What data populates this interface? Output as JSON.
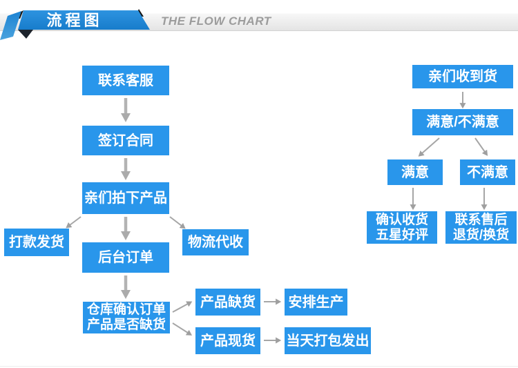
{
  "header": {
    "title_cn": "流程图",
    "title_en": "THE FLOW CHART"
  },
  "colors": {
    "banner_blue": "#1b82d2",
    "node_blue": "#2996eb",
    "arrow_gray": "#a6a6a6",
    "subtitle_gray": "#9c9c9c",
    "fold_dark": "#1d232c"
  },
  "nodes": {
    "contact": "联系客服",
    "sign": "签订合同",
    "order": "亲们拍下产品",
    "payment": "打款发货",
    "backend": "后台订单",
    "logistics": "物流代收",
    "warehouse_line1": "仓库确认订单",
    "warehouse_line2": "产品是否缺货",
    "oos": "产品缺货",
    "produce": "安排生产",
    "instock": "产品现货",
    "ship": "当天打包发出",
    "received": "亲们收到货",
    "satisfaction": "满意/不满意",
    "satisfied": "满意",
    "unsatisfied": "不满意",
    "confirm_line1": "确认收货",
    "confirm_line2": "五星好评",
    "aftersale_line1": "联系售后",
    "aftersale_line2": "退货/换货"
  },
  "edges": [
    {
      "from": "联系客服",
      "to": "签订合同"
    },
    {
      "from": "签订合同",
      "to": "亲们拍下产品"
    },
    {
      "from": "亲们拍下产品",
      "to": "打款发货"
    },
    {
      "from": "亲们拍下产品",
      "to": "后台订单"
    },
    {
      "from": "亲们拍下产品",
      "to": "物流代收"
    },
    {
      "from": "后台订单",
      "to": "仓库确认订单 产品是否缺货"
    },
    {
      "from": "仓库确认订单 产品是否缺货",
      "to": "产品缺货"
    },
    {
      "from": "仓库确认订单 产品是否缺货",
      "to": "产品现货"
    },
    {
      "from": "产品缺货",
      "to": "安排生产"
    },
    {
      "from": "产品现货",
      "to": "当天打包发出"
    },
    {
      "from": "亲们收到货",
      "to": "满意/不满意"
    },
    {
      "from": "满意/不满意",
      "to": "满意"
    },
    {
      "from": "满意/不满意",
      "to": "不满意"
    },
    {
      "from": "满意",
      "to": "确认收货 五星好评"
    },
    {
      "from": "不满意",
      "to": "联系售后 退货/换货"
    }
  ]
}
